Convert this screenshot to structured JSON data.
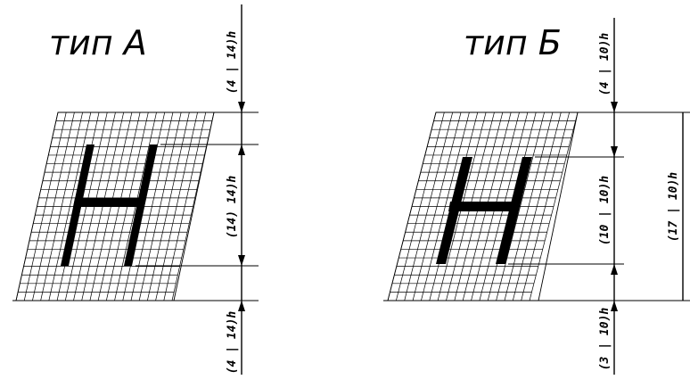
{
  "panels": [
    {
      "title": "тип А",
      "letter": "H",
      "dimensions": [
        {
          "text": "(4 | 14)h"
        },
        {
          "text": "(14) 14)h"
        },
        {
          "text": "(4 | 14)h"
        }
      ]
    },
    {
      "title": "тип Б",
      "letter": "H",
      "dimensions": [
        {
          "text": "(4 | 10)h"
        },
        {
          "text": "(10 | 10)h"
        },
        {
          "text": "(17 | 10)h"
        },
        {
          "text": "(3 | 10)h"
        }
      ]
    }
  ]
}
